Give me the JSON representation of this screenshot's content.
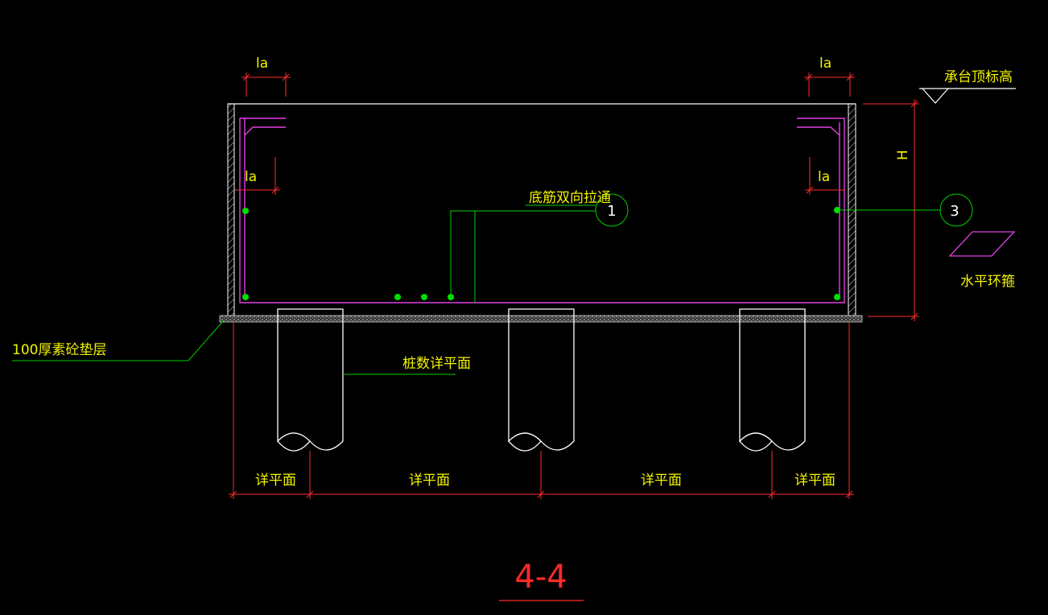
{
  "drawing": {
    "section_title": "4-4",
    "labels": {
      "la_top_left": "la",
      "la_top_right": "la",
      "la_mid_left": "la",
      "la_mid_right": "la",
      "cap_top_elevation": "承台顶标高",
      "height": "H",
      "bottom_bars": "底筋双向拉通",
      "callout_1": "1",
      "callout_3": "3",
      "horizontal_hoop": "水平环箍",
      "cushion": "100厚素砼垫层",
      "pile_detail": "桩数详平面",
      "dim_1": "详平面",
      "dim_2": "详平面",
      "dim_3": "详平面",
      "dim_4": "详平面"
    },
    "colors": {
      "background": "#000000",
      "outline": "#ffffff",
      "dimension": "#ff2a2a",
      "rebar": "#e040e0",
      "leader": "#00d000",
      "text": "#f4f400",
      "title": "#ff2a2a"
    }
  }
}
